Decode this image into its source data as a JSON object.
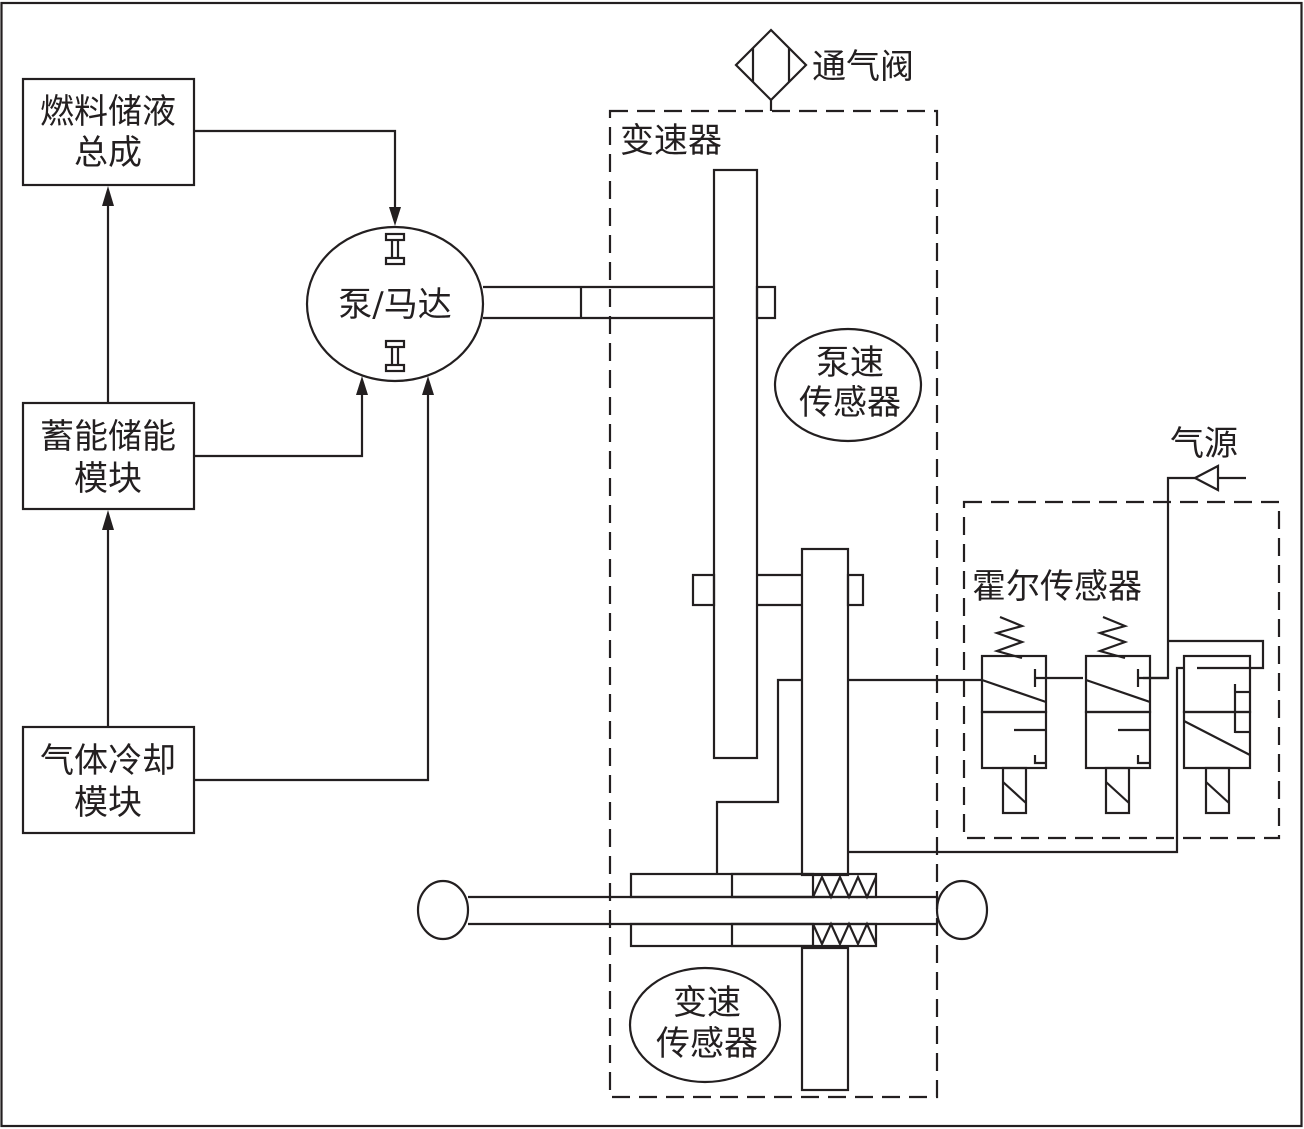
{
  "diagram": {
    "components": {
      "fuel_storage": [
        "燃料储液",
        "总成"
      ],
      "accumulator": [
        "蓄能储能",
        "模块"
      ],
      "gas_cooling": [
        "气体冷却",
        "模块"
      ],
      "pump_motor": "泵/马达",
      "vent_valve": "通气阀",
      "transmission": "变速器",
      "pump_speed_sensor": [
        "泵速",
        "传感器"
      ],
      "shift_sensor": [
        "变速",
        "传感器"
      ],
      "air_source": "气源",
      "hall_sensor": "霍尔传感器"
    },
    "connections": [
      {
        "from": "蓄能储能模块",
        "to": "燃料储液总成"
      },
      {
        "from": "气体冷却模块",
        "to": "蓄能储能模块"
      },
      {
        "from": "燃料储液总成",
        "to": "泵/马达"
      },
      {
        "from": "蓄能储能模块",
        "to": "泵/马达"
      },
      {
        "from": "气体冷却模块",
        "to": "泵/马达"
      }
    ],
    "colors": {
      "ink": "#231f20",
      "background": "#ffffff"
    }
  }
}
